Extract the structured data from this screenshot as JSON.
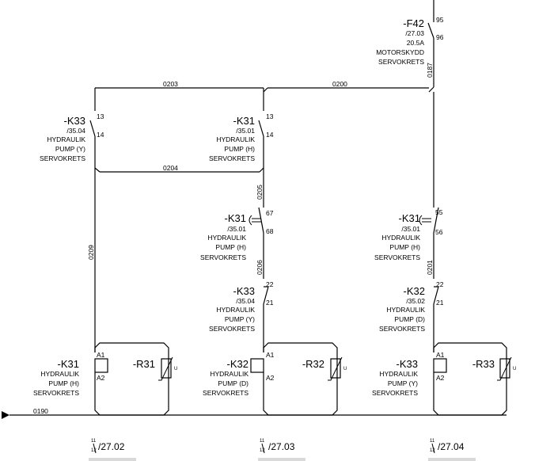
{
  "wires": {
    "w0203": "0203",
    "w0200": "0200",
    "w0204": "0204",
    "w0205": "0205",
    "w0206": "0206",
    "w0209": "0209",
    "w0201": "0201",
    "w0187": "0187",
    "w0190": "0190"
  },
  "fuse": {
    "tag": "-F42",
    "ref": "/27.03",
    "rating": "20.5A",
    "line1": "MOTORSKYDD",
    "line2": "SERVOKRETS",
    "pin_top": "95",
    "pin_bottom": "96"
  },
  "contacts": [
    {
      "tag": "-K33",
      "ref": "/35.04",
      "l1": "HYDRAULIK",
      "l2": "PUMP (Y)",
      "l3": "SERVOKRETS",
      "p1": "13",
      "p2": "14"
    },
    {
      "tag": "-K31",
      "ref": "/35.01",
      "l1": "HYDRAULIK",
      "l2": "PUMP (H)",
      "l3": "SERVOKRETS",
      "p1": "13",
      "p2": "14"
    },
    {
      "tag": "-K31",
      "ref": "/35.01",
      "l1": "HYDRAULIK",
      "l2": "PUMP (H)",
      "l3": "SERVOKRETS",
      "p1": "67",
      "p2": "68"
    },
    {
      "tag": "-K31",
      "ref": "/35.01",
      "l1": "HYDRAULIK",
      "l2": "PUMP (H)",
      "l3": "SERVOKRETS",
      "p1": "55",
      "p2": "56"
    },
    {
      "tag": "-K33",
      "ref": "/35.04",
      "l1": "HYDRAULIK",
      "l2": "PUMP (Y)",
      "l3": "SERVOKRETS",
      "p1": "22",
      "p2": "21"
    },
    {
      "tag": "-K32",
      "ref": "/35.02",
      "l1": "HYDRAULIK",
      "l2": "PUMP (D)",
      "l3": "SERVOKRETS",
      "p1": "22",
      "p2": "21"
    }
  ],
  "coils": [
    {
      "tag": "-K31",
      "l1": "HYDRAULIK",
      "l2": "PUMP (H)",
      "l3": "SERVOKRETS",
      "a1": "A1",
      "a2": "A2",
      "res": "-R31",
      "u": "U",
      "xref": "/27.02"
    },
    {
      "tag": "-K32",
      "l1": "HYDRAULIK",
      "l2": "PUMP (D)",
      "l3": "SERVOKRETS",
      "a1": "A1",
      "a2": "A2",
      "res": "-R32",
      "u": "U",
      "xref": "/27.03"
    },
    {
      "tag": "-K33",
      "l1": "HYDRAULIK",
      "l2": "PUMP (Y)",
      "l3": "SERVOKRETS",
      "a1": "A1",
      "a2": "A2",
      "res": "-R33",
      "u": "U",
      "xref": "/27.04"
    }
  ],
  "xref_pin1": "11",
  "xref_pin2": "12"
}
